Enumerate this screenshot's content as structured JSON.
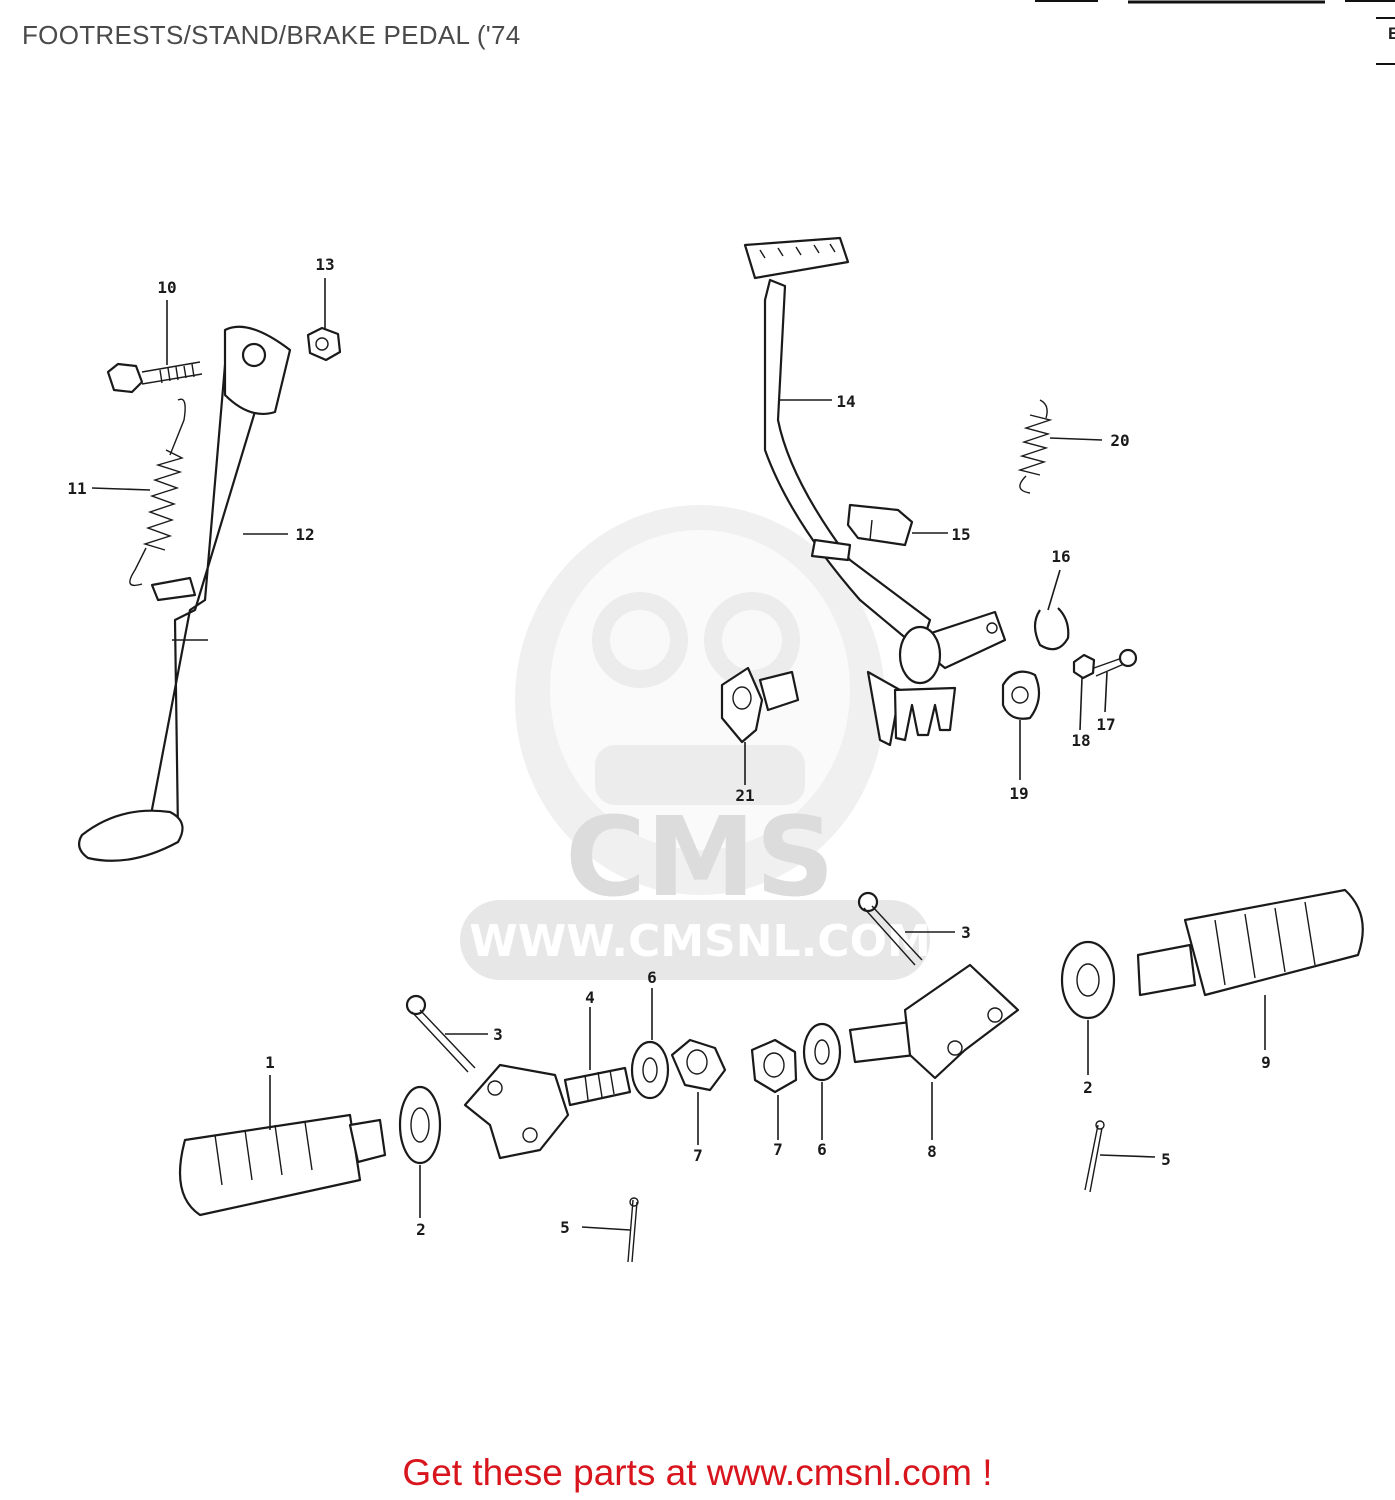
{
  "title": "FOOTRESTS/STAND/BRAKE PEDAL ('74",
  "corner_letter": "E",
  "watermark": {
    "logo_text": "CMS",
    "url_text": "WWW.CMSNL.COM"
  },
  "footer": "Get these parts at www.cmsnl.com !",
  "callouts": [
    {
      "id": "1"
    },
    {
      "id": "2"
    },
    {
      "id": "2"
    },
    {
      "id": "3"
    },
    {
      "id": "3"
    },
    {
      "id": "4"
    },
    {
      "id": "5"
    },
    {
      "id": "5"
    },
    {
      "id": "6"
    },
    {
      "id": "6"
    },
    {
      "id": "7"
    },
    {
      "id": "7"
    },
    {
      "id": "8"
    },
    {
      "id": "9"
    },
    {
      "id": "10"
    },
    {
      "id": "11"
    },
    {
      "id": "12"
    },
    {
      "id": "13"
    },
    {
      "id": "14"
    },
    {
      "id": "15"
    },
    {
      "id": "16"
    },
    {
      "id": "17"
    },
    {
      "id": "18"
    },
    {
      "id": "19"
    },
    {
      "id": "20"
    },
    {
      "id": "21"
    }
  ]
}
